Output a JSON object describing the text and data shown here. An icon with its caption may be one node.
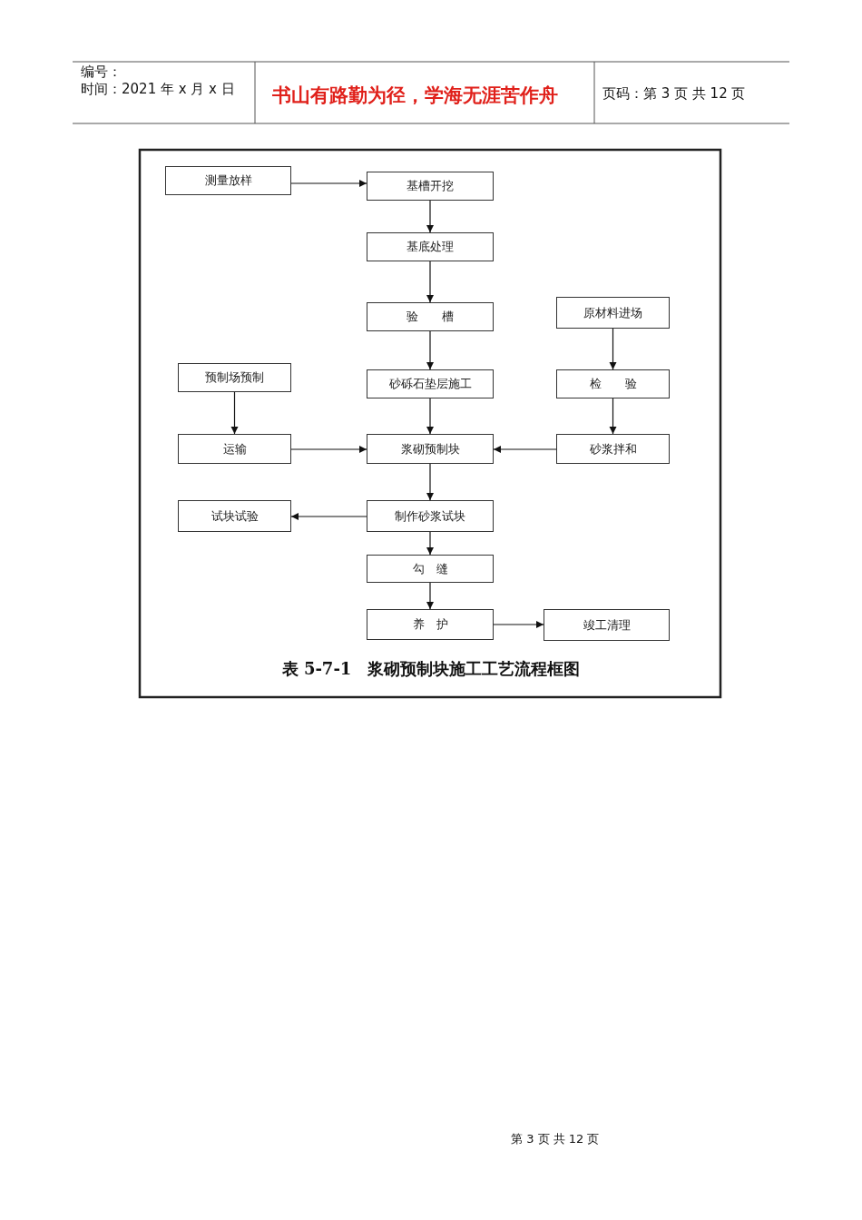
{
  "diagram": {
    "caption": "表 5-7-1　浆砌预制块施工工艺流程框图",
    "nodes": [
      {
        "text": [
          "测量放样"
        ]
      },
      {
        "text": [
          "基槽开挖"
        ]
      },
      {
        "text": [
          "基底处理"
        ]
      },
      {
        "text": [
          "验　　槽"
        ]
      },
      {
        "text": [
          "原材料进场"
        ]
      },
      {
        "text": [
          "预制场预制"
        ]
      },
      {
        "text": [
          "砂砾石垫层施工"
        ]
      },
      {
        "text": [
          "检　　验"
        ]
      },
      {
        "text": [
          "运输"
        ]
      },
      {
        "text": [
          "浆砌预制块"
        ]
      },
      {
        "text": [
          "砂浆拌和"
        ]
      },
      {
        "text": [
          "试块试验"
        ]
      },
      {
        "text": [
          "制作砂浆试块"
        ]
      },
      {
        "text": [
          "勾　缝"
        ]
      },
      {
        "text": [
          "养　护"
        ]
      },
      {
        "text": [
          "竣工清理"
        ]
      }
    ],
    "edges": [
      {
        "from": 0,
        "to": 1,
        "arrow": "to"
      },
      {
        "from": 1,
        "to": 2,
        "arrow": "to"
      },
      {
        "from": 2,
        "to": 3,
        "arrow": "to"
      },
      {
        "from": 3,
        "to": 6,
        "arrow": "to"
      },
      {
        "from": 4,
        "to": 7,
        "arrow": "to"
      },
      {
        "from": 5,
        "to": 8,
        "arrow": "to"
      },
      {
        "from": 6,
        "to": 9,
        "arrow": "to"
      },
      {
        "from": 7,
        "to": 10,
        "arrow": "to"
      },
      {
        "from": 8,
        "to": 9,
        "arrow": "to"
      },
      {
        "from": 10,
        "to": 9,
        "arrow": "to"
      },
      {
        "from": 9,
        "to": 12,
        "arrow": "to"
      },
      {
        "from": 12,
        "to": 11,
        "arrow": "to"
      },
      {
        "from": 12,
        "to": 13,
        "arrow": "to"
      },
      {
        "from": 13,
        "to": 14,
        "arrow": "to"
      },
      {
        "from": 14,
        "to": 15,
        "arrow": "to"
      }
    ],
    "labels": [
      "编号：",
      "时间：2021 年 x 月 x 日",
      "书山有路勤为径，学海无涯苦作舟",
      "页码：第 3 页 共 12 页",
      "第 3 页 共 12 页"
    ]
  }
}
